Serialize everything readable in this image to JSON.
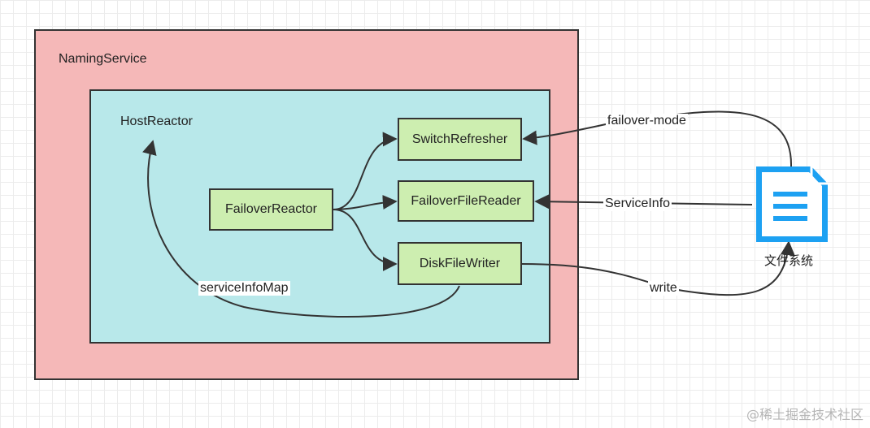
{
  "containers": {
    "naming_service": "NamingService",
    "host_reactor": "HostReactor"
  },
  "components": {
    "switch_refresher": "SwitchRefresher",
    "failover_file_reader": "FailoverFileReader",
    "disk_file_writer": "DiskFileWriter",
    "failover_reactor": "FailoverReactor"
  },
  "edges": {
    "failover_mode": "failover-mode",
    "service_info": "ServiceInfo",
    "write": "write",
    "service_info_map": "serviceInfoMap"
  },
  "file_system": {
    "label": "文件系统",
    "icon": "document-icon",
    "color": "#1da1f2"
  },
  "watermark": "@稀土掘金技术社区",
  "colors": {
    "naming_service_fill": "#f5b8b8",
    "host_reactor_fill": "#b8e8ea",
    "component_fill": "#cdeeb0"
  }
}
